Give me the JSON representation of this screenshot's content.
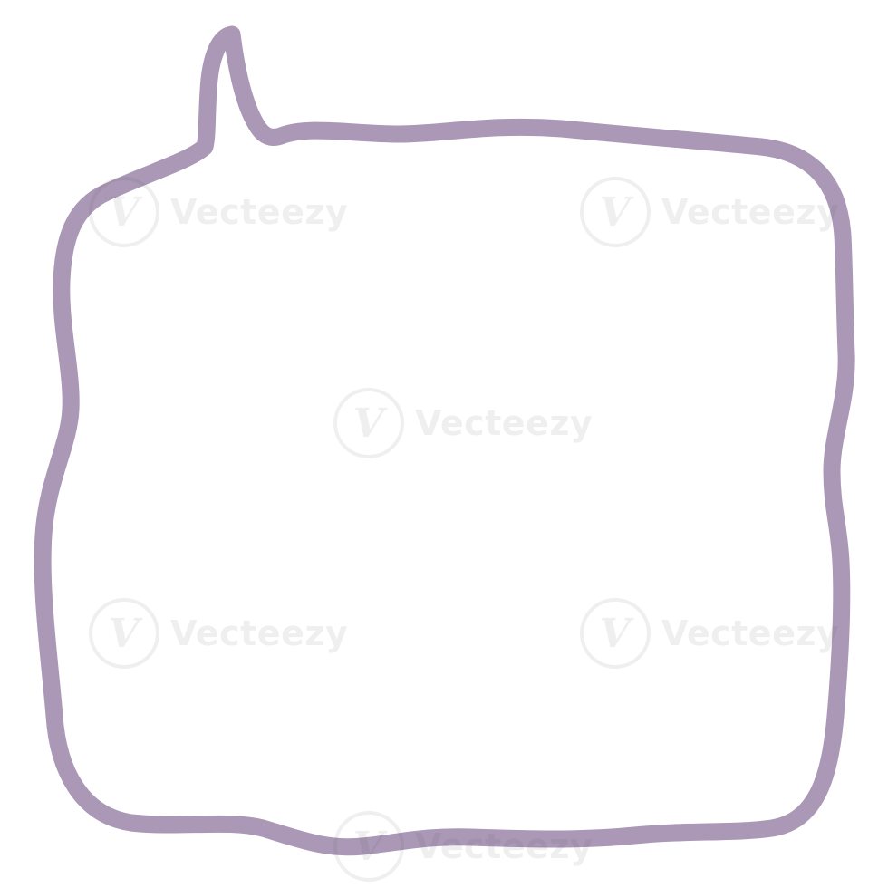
{
  "image": {
    "subject": "speech-bubble-outline",
    "stroke_color": "#AA98B6",
    "background_color": "#FFFFFF"
  },
  "watermark": {
    "brand": "Vecteezy",
    "logo_letter": "V"
  }
}
